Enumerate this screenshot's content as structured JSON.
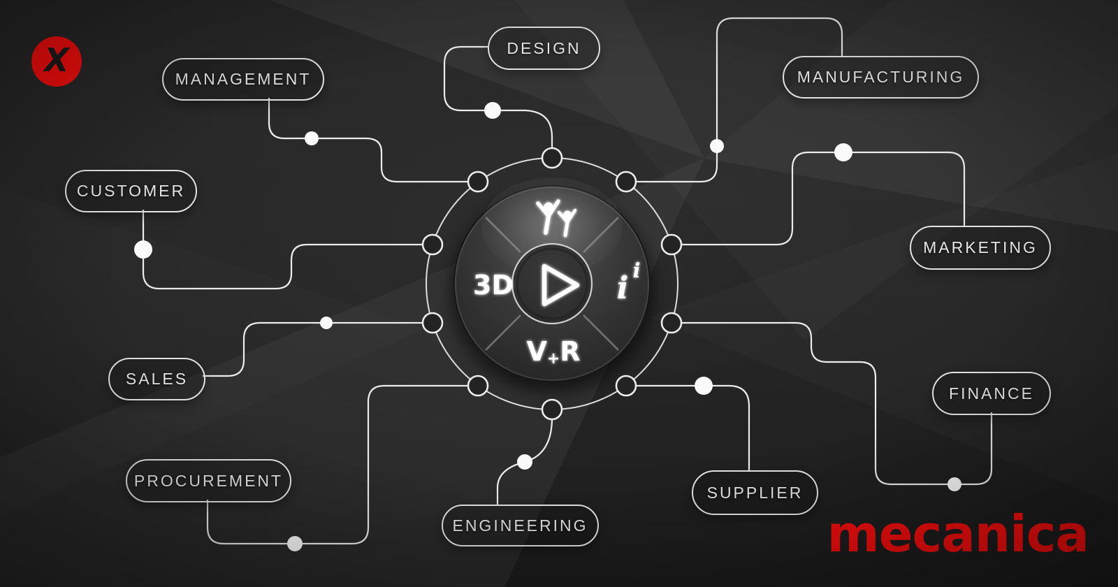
{
  "colors": {
    "background": "#212121",
    "line": "#ececec",
    "pill_border": "#e3e3e3",
    "pill_text": "#e6e6e6",
    "accent_red": "#f20d0d"
  },
  "logo": {
    "symbol": "X",
    "icon": "x-mark-icon"
  },
  "wordmark": {
    "text": "mecanica"
  },
  "hub": {
    "left_label": "3D",
    "right_label_main": "i",
    "right_label_sup": "i",
    "bottom_v": "V",
    "bottom_plus": "+",
    "bottom_r": "R",
    "top_icon": "people-icon",
    "center_icon": "play-icon"
  },
  "departments": [
    {
      "id": "design",
      "label": "DESIGN"
    },
    {
      "id": "management",
      "label": "MANAGEMENT"
    },
    {
      "id": "manufacturing",
      "label": "MANUFACTURING"
    },
    {
      "id": "customer",
      "label": "CUSTOMER"
    },
    {
      "id": "marketing",
      "label": "MARKETING"
    },
    {
      "id": "sales",
      "label": "SALES"
    },
    {
      "id": "finance",
      "label": "FINANCE"
    },
    {
      "id": "procurement",
      "label": "PROCUREMENT"
    },
    {
      "id": "engineering",
      "label": "ENGINEERING"
    },
    {
      "id": "supplier",
      "label": "SUPPLIER"
    }
  ]
}
